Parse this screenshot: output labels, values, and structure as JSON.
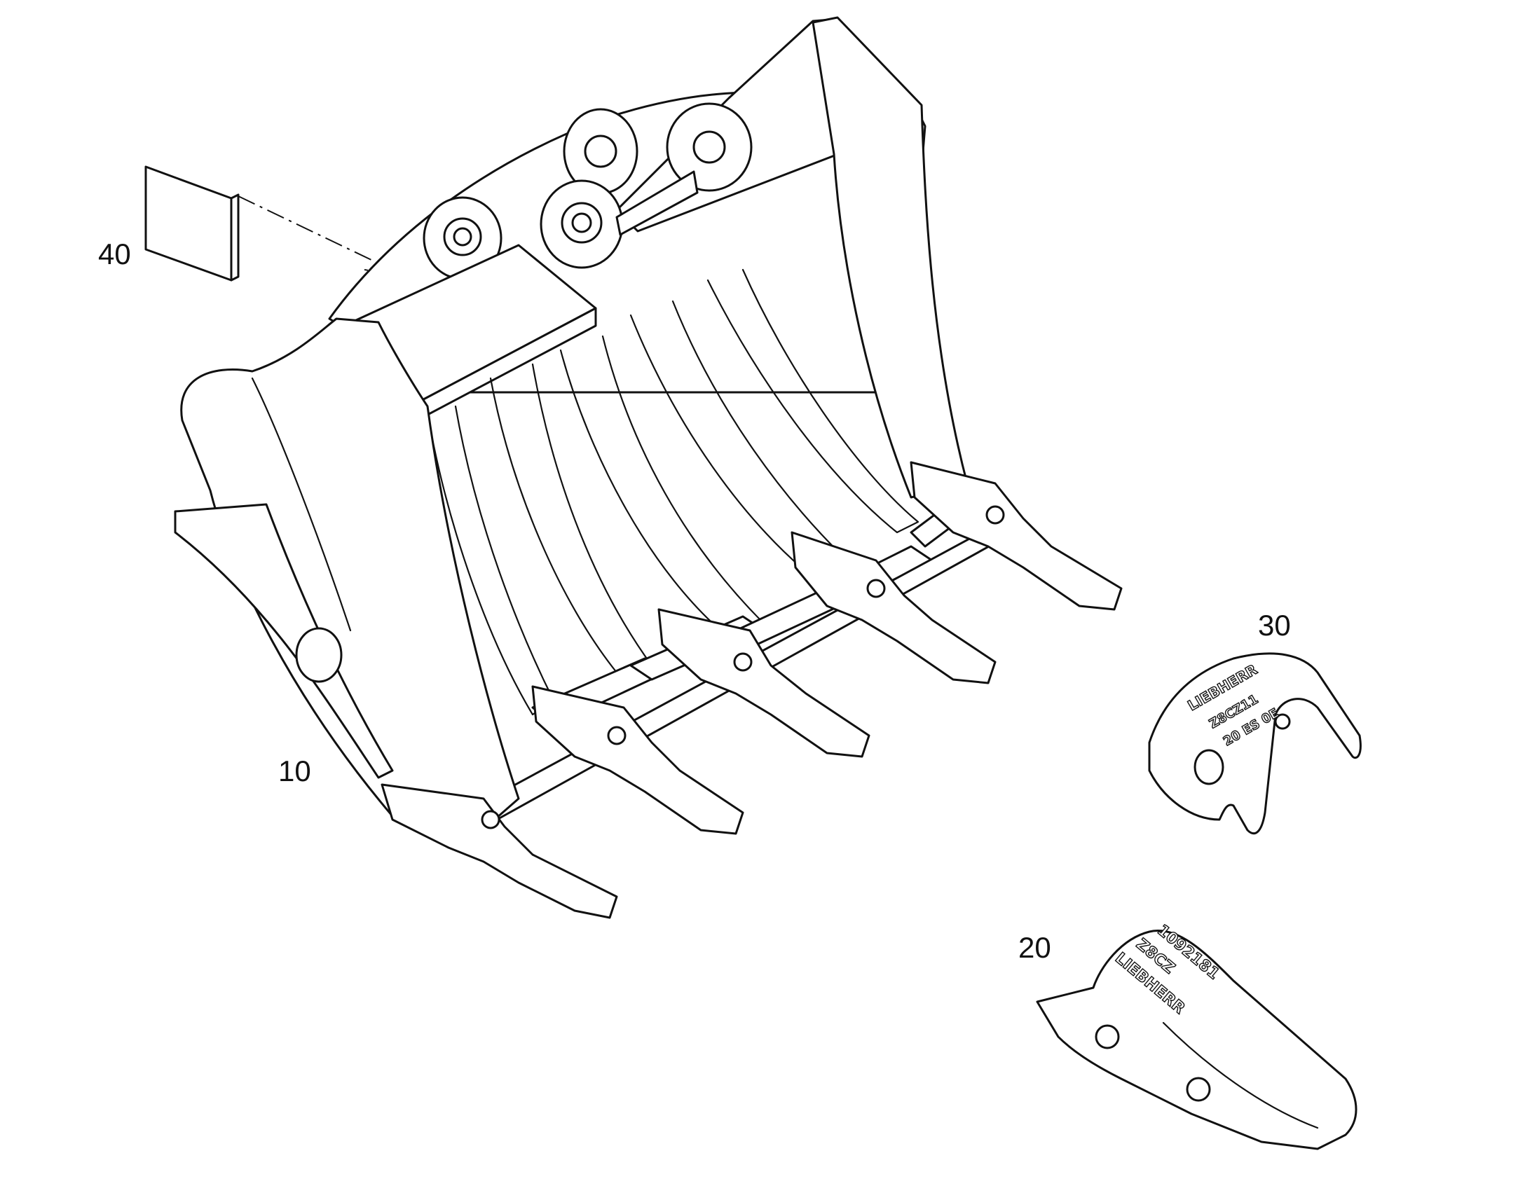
{
  "diagram": {
    "callouts": [
      {
        "id": "c40",
        "label": "40",
        "part": "sign-plate"
      },
      {
        "id": "c10",
        "label": "10",
        "part": "rock-bucket"
      },
      {
        "id": "c30",
        "label": "30",
        "part": "tooth-adapter-cover"
      },
      {
        "id": "c20",
        "label": "20",
        "part": "bucket-tooth"
      }
    ],
    "tooth_count": 5,
    "line_color": "#111111",
    "background": "#ffffff"
  }
}
